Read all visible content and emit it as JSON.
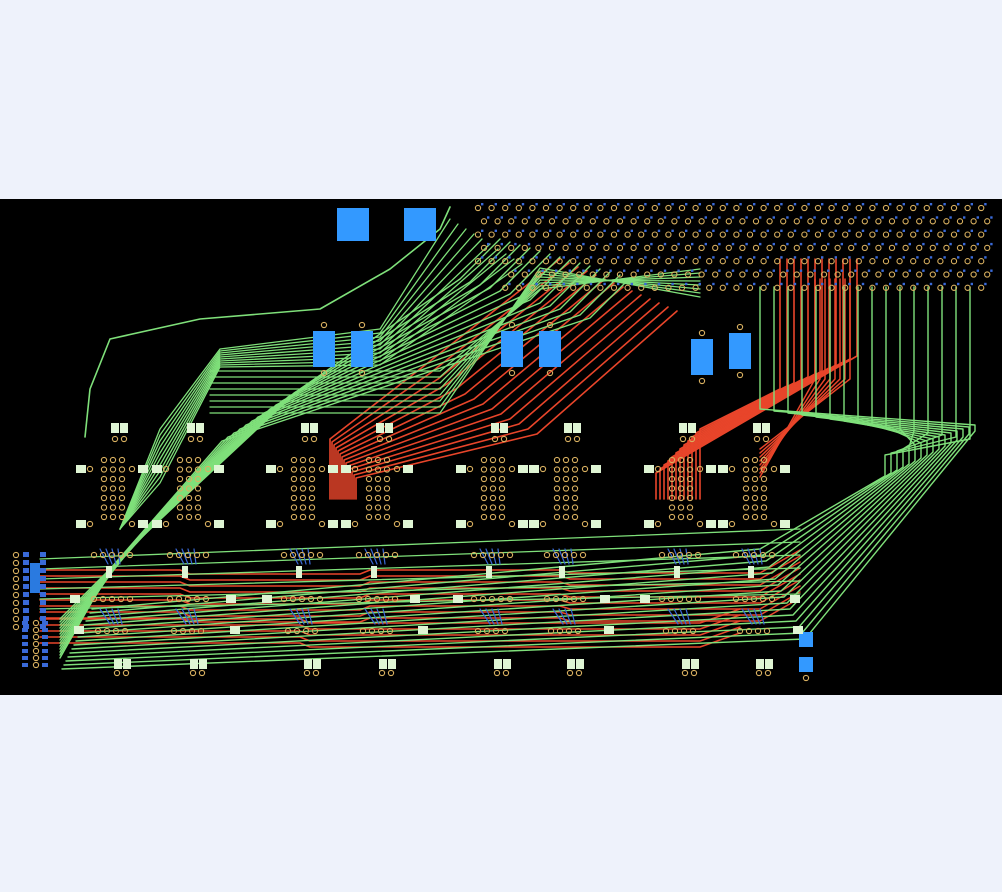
{
  "colors": {
    "background": "#eef2fb",
    "board": "#000000",
    "trace_top": "#7fe07a",
    "trace_bottom": "#e8452a",
    "trace_mixed": "#c8b04a",
    "pad_large": "#3399ff",
    "pad_small": "#dff5d4",
    "via_ring": "#d8b060",
    "via_hole": "#000000",
    "pad_blue_small": "#3a6ad8",
    "silkscreen_label": "#2a7ae0"
  },
  "board": {
    "silkscreen_text": "",
    "layers": [
      "top-copper",
      "bottom-copper",
      "vias",
      "pads"
    ]
  }
}
